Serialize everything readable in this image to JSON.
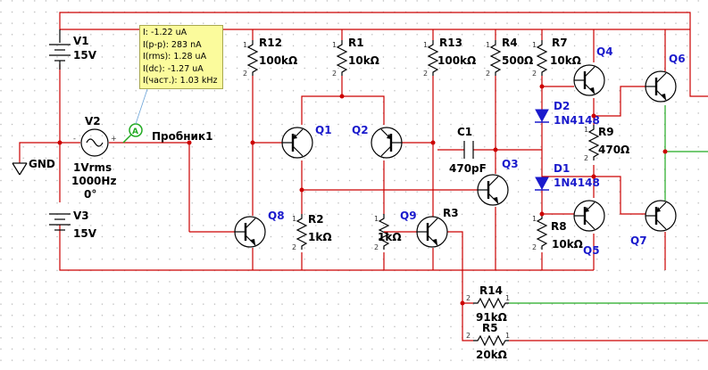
{
  "probe": {
    "label": "Пробник1",
    "symbol": "A",
    "readings": [
      "I: -1.22 uA",
      "I(p-p): 283 nA",
      "I(rms): 1.28 uA",
      "I(dc): -1.27 uA",
      "I(част.): 1.03 kHz"
    ]
  },
  "sources": {
    "v1": {
      "ref": "V1",
      "value": "15V"
    },
    "v2": {
      "ref": "V2",
      "value": "1Vrms",
      "freq": "1000Hz",
      "phase": "0°"
    },
    "v3": {
      "ref": "V3",
      "value": "15V"
    },
    "gnd": "GND"
  },
  "resistors": {
    "r12": {
      "ref": "R12",
      "value": "100kΩ"
    },
    "r1": {
      "ref": "R1",
      "value": "10kΩ"
    },
    "r13": {
      "ref": "R13",
      "value": "100kΩ"
    },
    "r4": {
      "ref": "R4",
      "value": "500Ω"
    },
    "r7": {
      "ref": "R7",
      "value": "10kΩ"
    },
    "r9": {
      "ref": "R9",
      "value": "470Ω"
    },
    "r2": {
      "ref": "R2",
      "value": "1kΩ"
    },
    "r3": {
      "ref": "R3",
      "value": "1kΩ"
    },
    "r8": {
      "ref": "R8",
      "value": "10kΩ"
    },
    "r14": {
      "ref": "R14",
      "value": "91kΩ"
    },
    "r5": {
      "ref": "R5",
      "value": "20kΩ"
    }
  },
  "capacitors": {
    "c1": {
      "ref": "C1",
      "value": "470pF"
    }
  },
  "diodes": {
    "d1": {
      "ref": "D1",
      "value": "1N4148"
    },
    "d2": {
      "ref": "D2",
      "value": "1N4148"
    }
  },
  "transistors": {
    "q1": "Q1",
    "q2": "Q2",
    "q3": "Q3",
    "q4": "Q4",
    "q5": "Q5",
    "q6": "Q6",
    "q7": "Q7",
    "q8": "Q8",
    "q9": "Q9"
  },
  "pins": {
    "p1": "1",
    "p2": "2"
  },
  "colors": {
    "wire": "#cc0000",
    "output_wire": "#22aa22",
    "component_ref": "#1a1acc",
    "probe_bg": "#fbfb9c",
    "grid_dot": "#b0b0b0"
  }
}
